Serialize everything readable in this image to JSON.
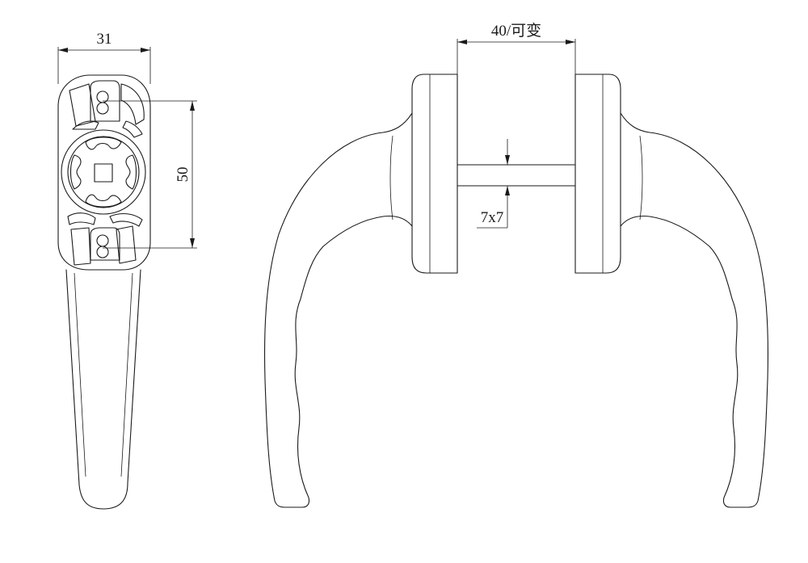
{
  "dimensions": {
    "rosette_width": "31",
    "screw_spacing": "50",
    "spindle_length": "40/可变",
    "spindle_section": "7x7"
  }
}
